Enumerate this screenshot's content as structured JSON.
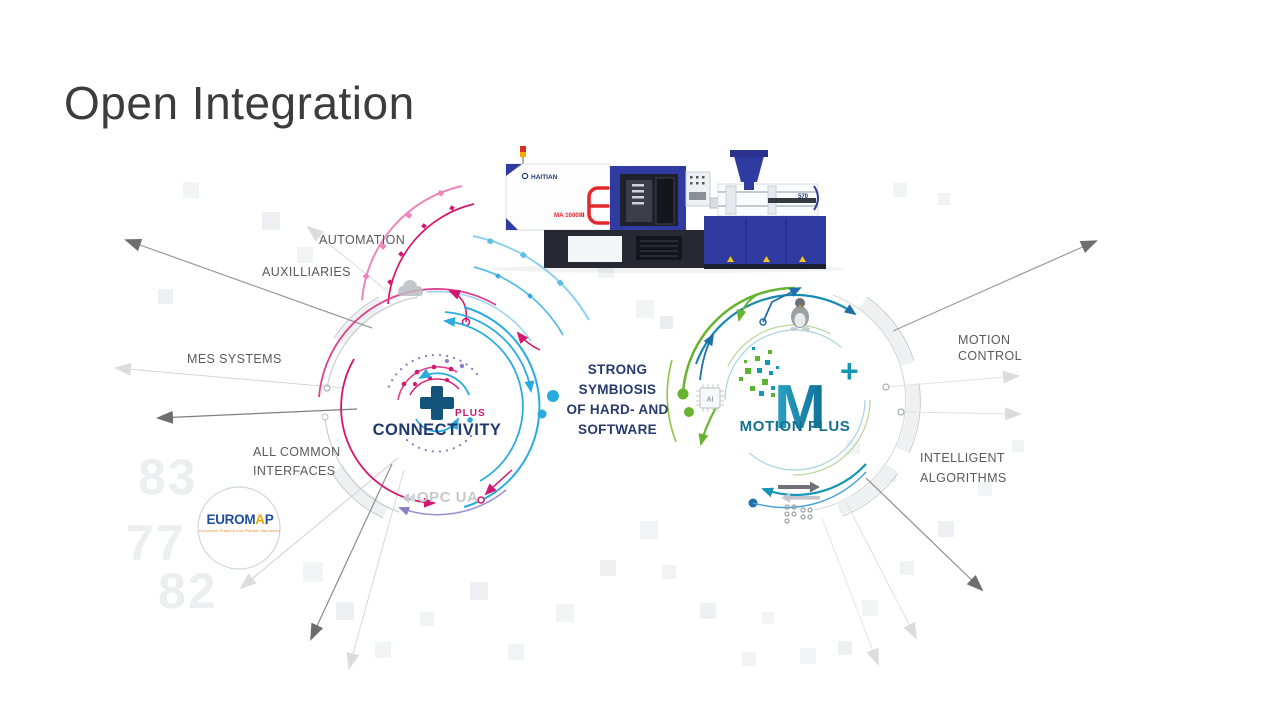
{
  "title": "Open Integration",
  "machine": {
    "brand": "HAITIAN",
    "model": "MA 1600Ⅲ",
    "badge": "570"
  },
  "left_hub": {
    "name": "CONNECTIVITY",
    "plus": "PLUS"
  },
  "right_hub": {
    "name": "MOTION PLUS",
    "monogram": "M",
    "monogram_plus": "+"
  },
  "center_text": {
    "line1": "STRONG",
    "line2": "SYMBIOSIS",
    "line3": "OF HARD-  AND",
    "line4": "SOFTWARE"
  },
  "labels": {
    "automation": "AUTOMATION",
    "auxilliaries": "AUXILLIARIES",
    "mes_systems": "MES SYSTEMS",
    "all_common_interfaces_1": "ALL COMMON",
    "all_common_interfaces_2": "INTERFACES",
    "motion_control_1": "MOTION",
    "motion_control_2": "CONTROL",
    "intelligent_algorithms_1": "INTELLIGENT",
    "intelligent_algorithms_2": "ALGORITHMS"
  },
  "logos": {
    "euromap_prefix": "EUROM",
    "euromap_a": "A",
    "euromap_suffix": "P",
    "euromap_tagline": "European Plastics and Rubber Machinery",
    "opcua": "OPC UA"
  },
  "icons": {
    "ai_chip_label": "AI"
  },
  "background_numbers": {
    "n1": "83",
    "n2": "77",
    "n3": "82"
  },
  "colors": {
    "pink": "#d6156e",
    "blue": "#29abe2",
    "purple": "#8d7cc8",
    "green": "#67b32e",
    "teal": "#1596b4",
    "navy": "#24366b",
    "machine_blue": "#2f3ba0",
    "label_gray": "#595959"
  }
}
